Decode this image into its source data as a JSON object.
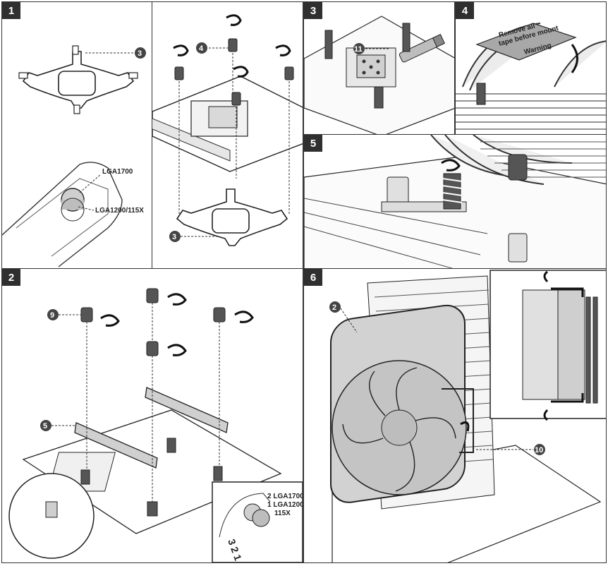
{
  "steps": {
    "s1": "1",
    "s2": "2",
    "s3": "3",
    "s4": "4",
    "s5": "5",
    "s6": "6"
  },
  "callouts": {
    "backplate_p1": "3",
    "standoff_p1b": "4",
    "backplate_p1b": "3",
    "screw_p2": "9",
    "bracket_p2": "5",
    "paste_p3": "11",
    "fan_clip_p6": "2",
    "clip_p6": "10"
  },
  "socket_labels": {
    "lga1700": "LGA1700",
    "lga1200": "LGA1200/115X"
  },
  "detail_labels": {
    "line1": "2 LGA1700",
    "line2": "1 LGA1200",
    "line3": "115X",
    "digits": "3 2 1"
  },
  "warning_label": {
    "line1": "Remove all",
    "line2": "tape before mount",
    "line3": "Warning"
  },
  "icons": [
    "rotate-arrow-icon",
    "screw-icon",
    "standoff-icon",
    "thermal-paste-syringe-icon",
    "fan-icon",
    "heatsink-icon"
  ]
}
